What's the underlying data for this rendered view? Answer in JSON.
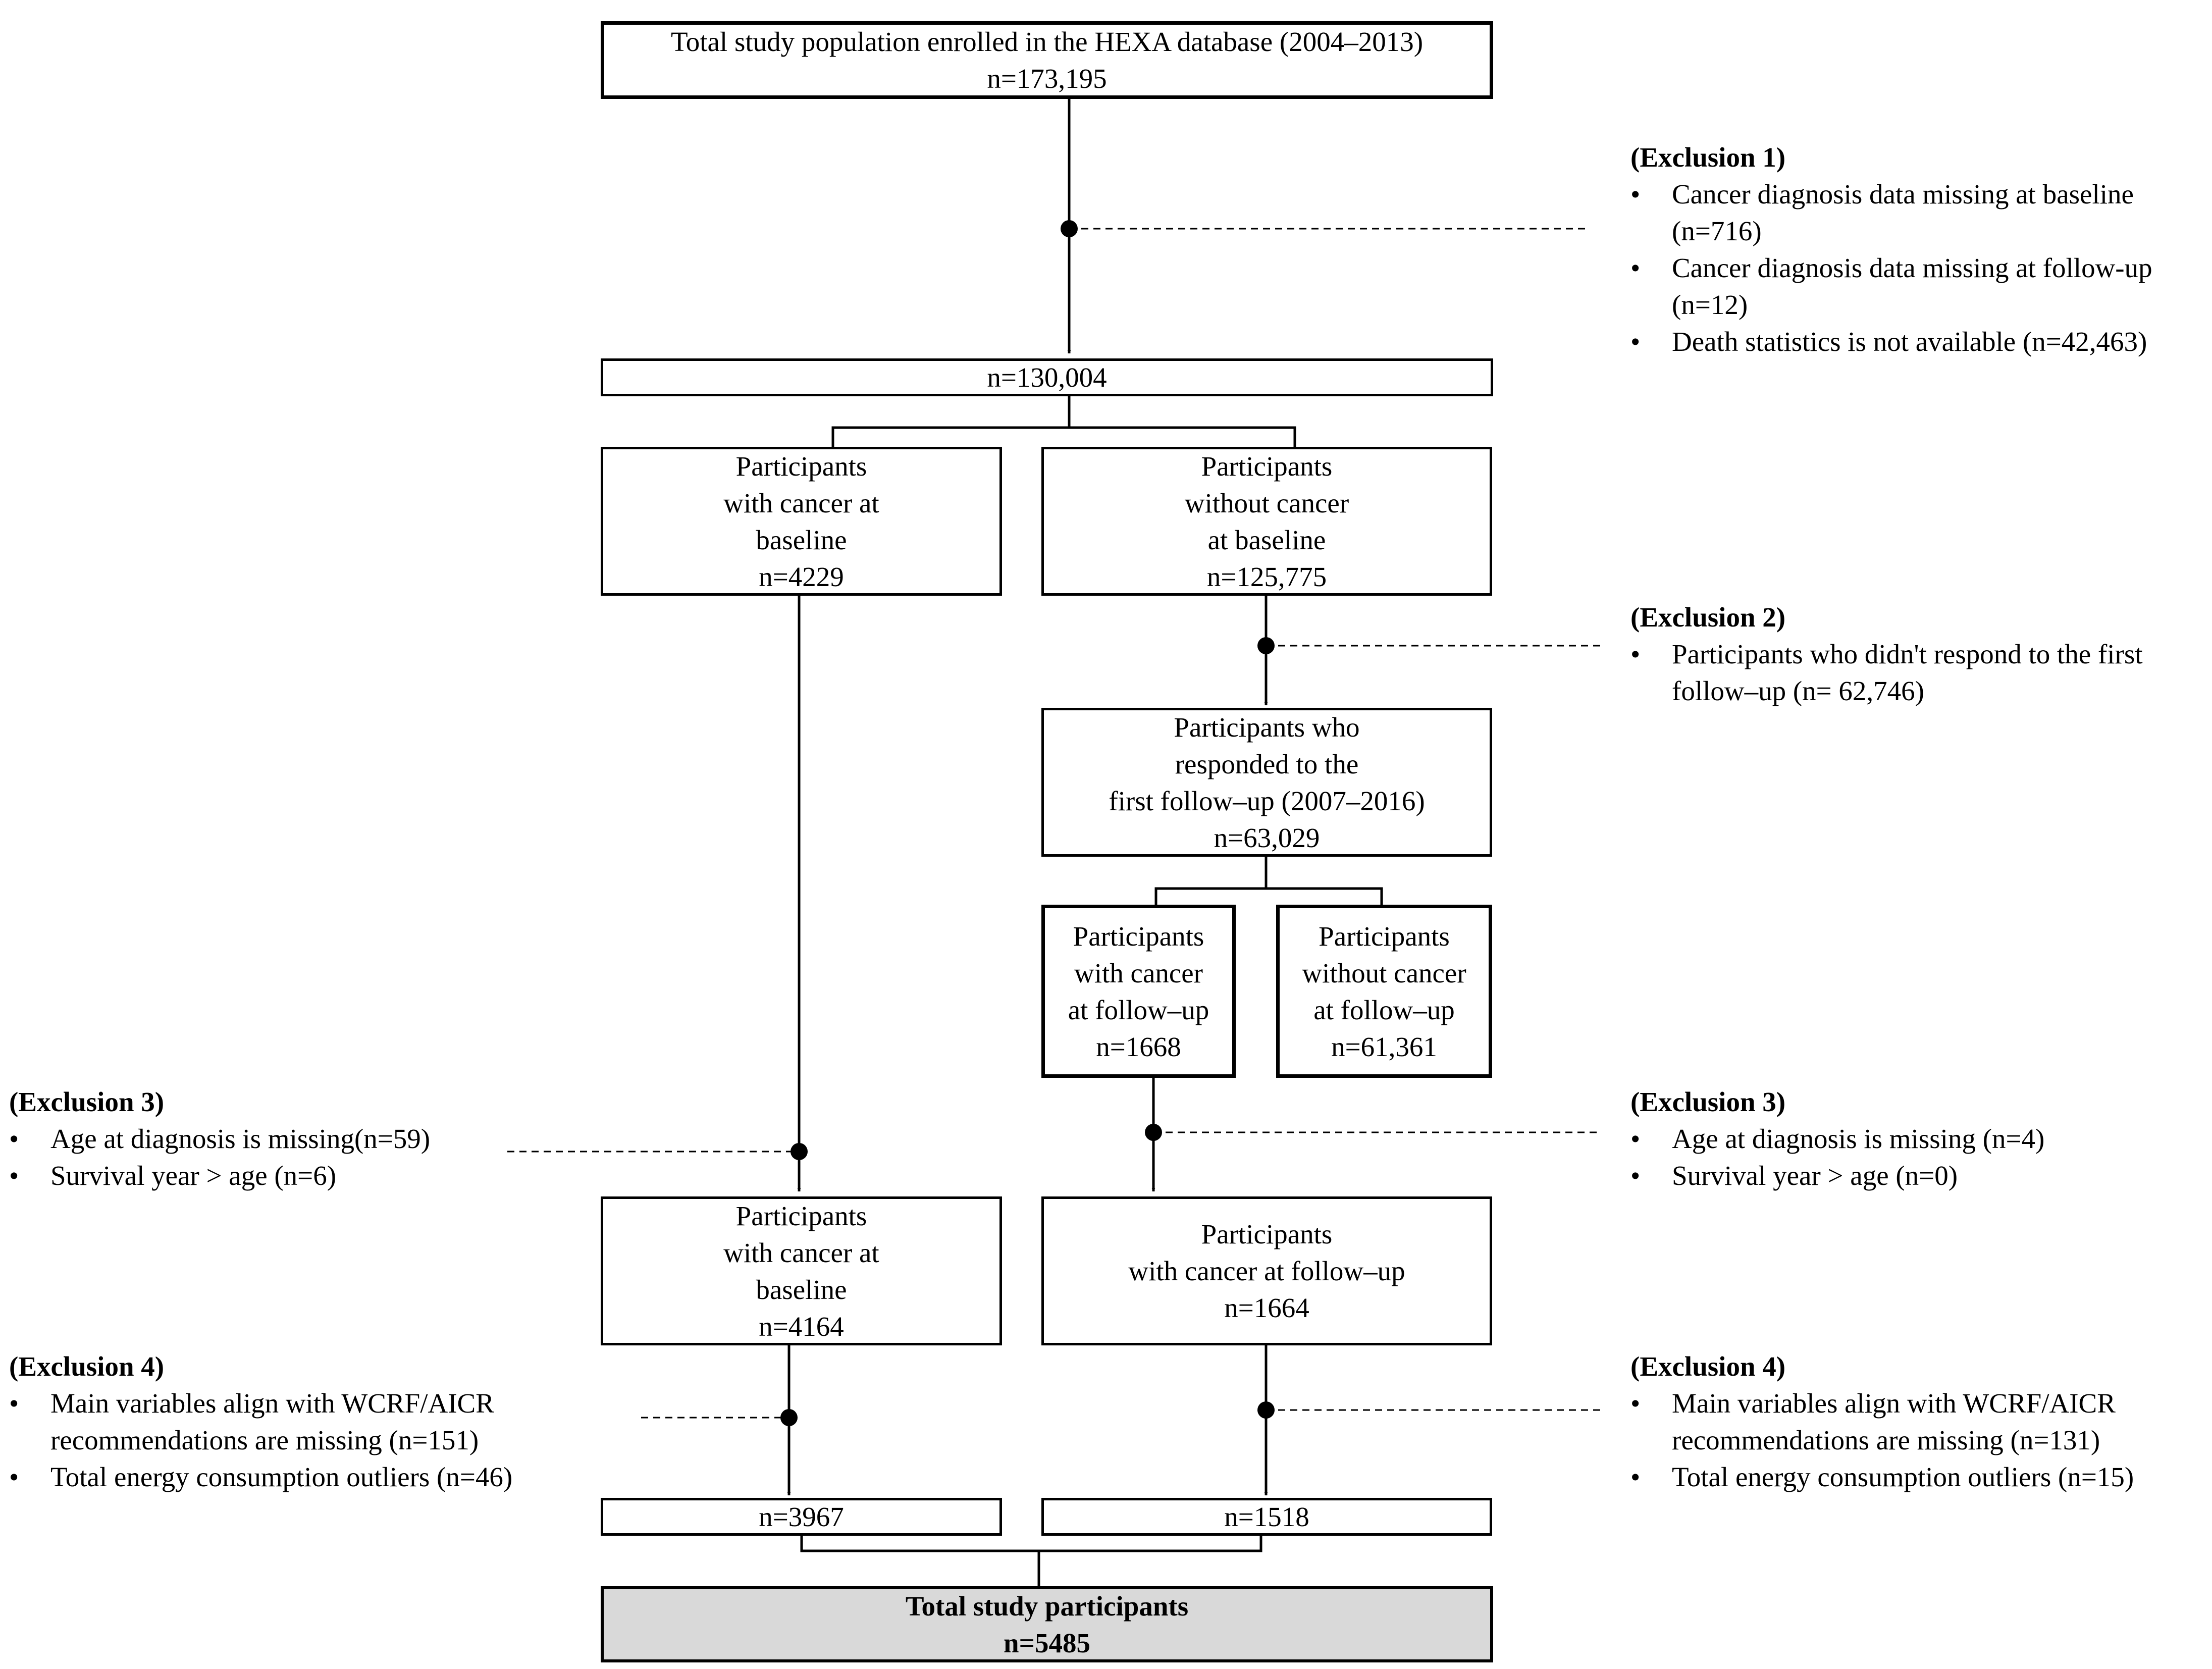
{
  "boxes": {
    "total": [
      "Total study population enrolled in the HEXA database (2004–2013)",
      "n=173,195"
    ],
    "after_excl1": [
      "n=130,004"
    ],
    "cancer_baseline": [
      "Participants",
      "with cancer at",
      "baseline",
      "n=4229"
    ],
    "no_cancer_baseline": [
      "Participants",
      "without cancer",
      "at baseline",
      "n=125,775"
    ],
    "responded": [
      "Participants who",
      "responded to the",
      "first follow–up (2007–2016)",
      "n=63,029"
    ],
    "cancer_followup": [
      "Participants",
      "with cancer",
      "at follow–up",
      "n=1668"
    ],
    "no_cancer_followup": [
      "Participants",
      "without cancer",
      "at follow–up",
      "n=61,361"
    ],
    "cancer_baseline_2": [
      "Participants",
      "with cancer at",
      "baseline",
      "n=4164"
    ],
    "cancer_followup_2": [
      "Participants",
      "with cancer at follow–up",
      "n=1664"
    ],
    "left_final": [
      "n=3967"
    ],
    "right_final": [
      "n=1518"
    ],
    "total_final": [
      "Total study participants",
      "n=5485"
    ]
  },
  "exclusions": {
    "excl1": {
      "title": "(Exclusion 1)",
      "items": [
        [
          "Cancer diagnosis data missing at baseline",
          "(n=716)"
        ],
        [
          "Cancer diagnosis data missing at follow-up",
          "(n=12)"
        ],
        [
          "Death statistics is not available (n=42,463)"
        ]
      ]
    },
    "excl2": {
      "title": "(Exclusion 2)",
      "items": [
        [
          "Participants who didn't respond to the first",
          "follow–up (n= 62,746)"
        ]
      ]
    },
    "excl3_left": {
      "title": "(Exclusion 3)",
      "items": [
        [
          "Age at diagnosis is missing(n=59)"
        ],
        [
          "Survival year > age (n=6)"
        ]
      ]
    },
    "excl3_right": {
      "title": "(Exclusion 3)",
      "items": [
        [
          "Age at diagnosis is missing (n=4)"
        ],
        [
          "Survival year > age (n=0)"
        ]
      ]
    },
    "excl4_left": {
      "title": "(Exclusion 4)",
      "items": [
        [
          "Main variables align with WCRF/AICR",
          "recommendations are missing (n=151)"
        ],
        [
          "Total energy consumption outliers (n=46)"
        ]
      ]
    },
    "excl4_right": {
      "title": "(Exclusion 4)",
      "items": [
        [
          "Main variables align with WCRF/AICR",
          "recommendations are missing (n=131)"
        ],
        [
          "Total energy consumption outliers (n=15)"
        ]
      ]
    }
  },
  "colors": {
    "line": "#000000",
    "final_fill": "#d9d9d9"
  }
}
